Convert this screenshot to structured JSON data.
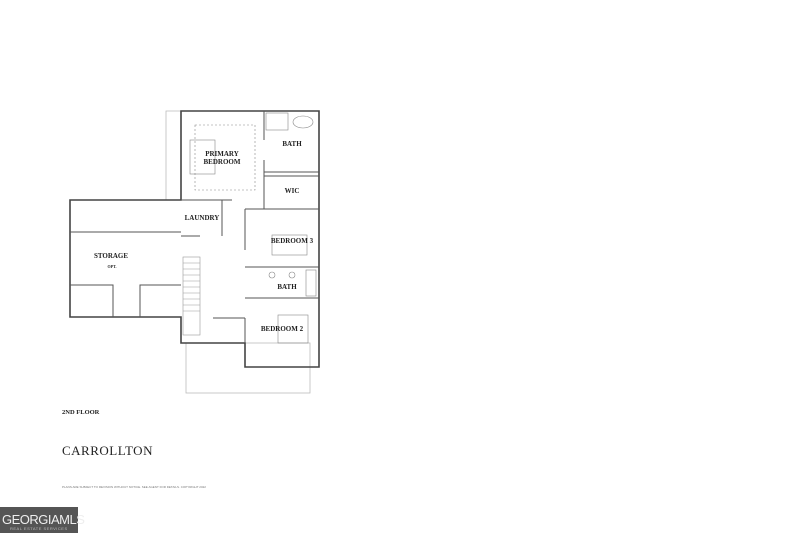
{
  "plan": {
    "floor_label": "2ND FLOOR",
    "model_name": "CARROLLTON",
    "fine_print": "PLANS ARE SUBJECT TO REVISION WITHOUT NOTICE. SEE AGENT FOR DETAILS. COPYRIGHT 2022",
    "rooms": {
      "primary_bedroom": "PRIMARY BEDROOM",
      "bath_primary": "BATH",
      "wic": "WIC",
      "laundry": "LAUNDRY",
      "bedroom_3": "BEDROOM 3",
      "bath_hall": "BATH",
      "bedroom_2": "BEDROOM 2",
      "storage": "STORAGE",
      "storage_opt": "OPT."
    }
  },
  "watermark": {
    "logo_text": "GEORGIAMLS",
    "logo_sub": "REAL ESTATE SERVICES",
    "color": "#555555"
  }
}
